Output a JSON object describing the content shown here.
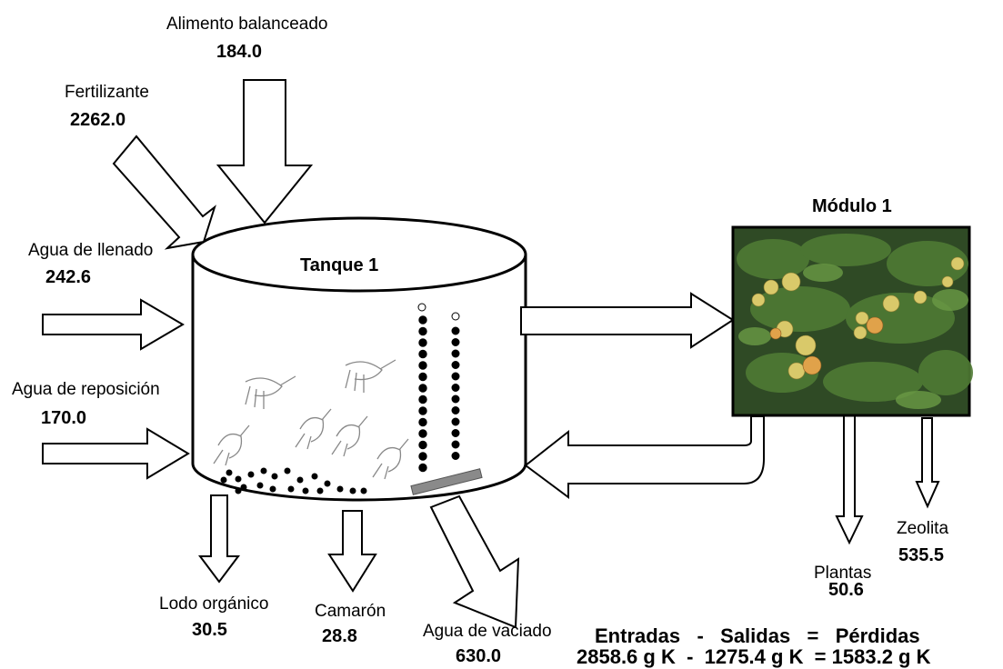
{
  "tank": {
    "title": "Tanque 1"
  },
  "module": {
    "title": "Módulo 1"
  },
  "inputs": [
    {
      "name": "Alimento balanceado",
      "value": "184.0"
    },
    {
      "name": "Fertilizante",
      "value": "2262.0"
    },
    {
      "name": "Agua de llenado",
      "value": "242.6"
    },
    {
      "name": "Agua de reposición",
      "value": "170.0"
    }
  ],
  "outputs": [
    {
      "name": "Lodo orgánico",
      "value": "30.5"
    },
    {
      "name": "Camarón",
      "value": "28.8"
    },
    {
      "name": "Agua de vaciado",
      "value": "630.0"
    },
    {
      "name": "Plantas",
      "value": "50.6"
    },
    {
      "name": "Zeolita",
      "value": "535.5"
    }
  ],
  "balance": {
    "header": "Entradas   -   Salidas   =   Pérdidas",
    "values": "2858.6 g K  -  1275.4 g K  = 1583.2 g K"
  },
  "colors": {
    "stroke": "#000000",
    "photo_bg": "#2f4a25",
    "leaf": "#4f7a34",
    "tomato": "#d9c96a",
    "tomato_ripe": "#e0a24a",
    "bar": "#8a8a8a"
  }
}
